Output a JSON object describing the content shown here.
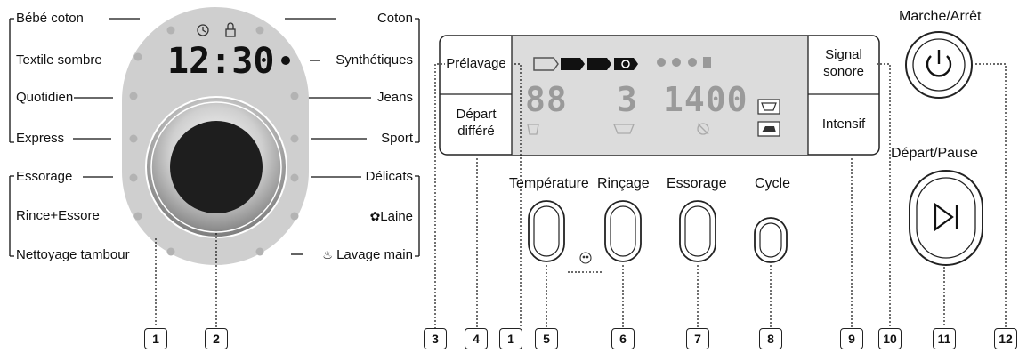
{
  "program_dial": {
    "left_programs": [
      "Bébé coton",
      "Textile sombre",
      "Quotidien",
      "Express",
      "Essorage",
      "Rince+Essore",
      "Nettoyage tambour"
    ],
    "right_programs": [
      "Coton",
      "Synthétiques",
      "Jeans",
      "Sport",
      "Délicats",
      "Laine",
      "Lavage main"
    ],
    "display_time": "12:30"
  },
  "panel": {
    "prewash_label": "Prélavage",
    "delay_start_label_1": "Départ",
    "delay_start_label_2": "différé",
    "buzzer_label_1": "Signal",
    "buzzer_label_2": "sonore",
    "intensive_label": "Intensif",
    "display_temp": "88",
    "display_rinse": "3",
    "display_spin": "1400"
  },
  "buttons": {
    "temperature": "Température",
    "rinse": "Rinçage",
    "spin": "Essorage",
    "cycle": "Cycle",
    "start_pause": "Départ/Pause",
    "power": "Marche/Arrêt"
  },
  "callouts": [
    "1",
    "2",
    "3",
    "4",
    "1",
    "5",
    "6",
    "7",
    "8",
    "9",
    "10",
    "11",
    "12"
  ],
  "colors": {
    "dial_bg": "#cfcfcf",
    "panel_bg": "#dcdcdc",
    "knob": "#1e1e1e",
    "segment": "#9a9a9a"
  }
}
